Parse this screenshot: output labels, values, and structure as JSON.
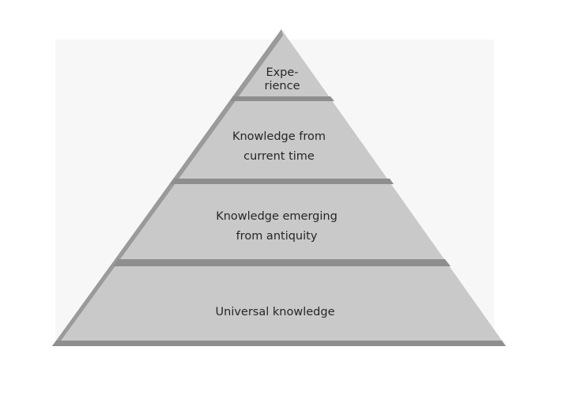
{
  "diagram": {
    "type": "pyramid",
    "levels": [
      {
        "lines": [
          "Expe-",
          "rience"
        ]
      },
      {
        "lines": [
          "Knowledge from",
          "current time"
        ]
      },
      {
        "lines": [
          "Knowledge emerging",
          "from antiquity"
        ]
      },
      {
        "lines": [
          "Universal knowledge"
        ]
      }
    ],
    "colors": {
      "fill": "#c9c9c9",
      "band": "#8e8e8e",
      "edge": "#9a9a9a",
      "text": "#262626"
    }
  }
}
